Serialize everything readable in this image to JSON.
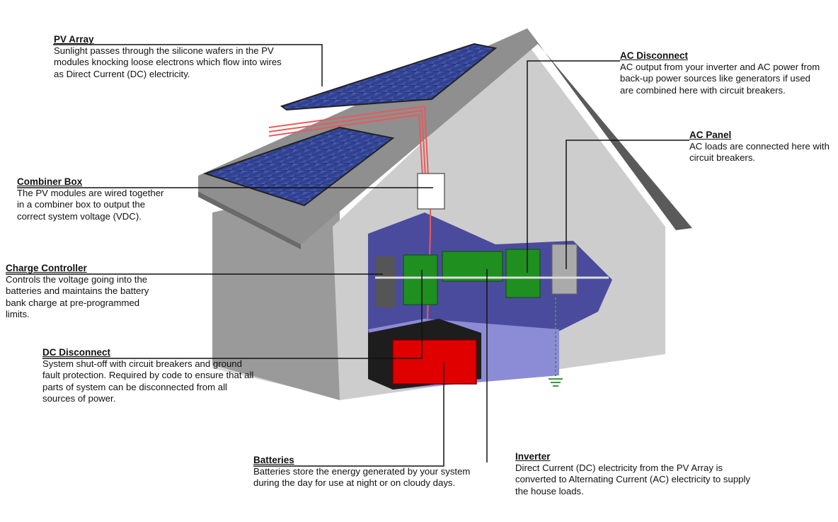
{
  "labels": {
    "pv_array": {
      "title": "PV Array",
      "desc": "Sunlight passes through the silicone wafers in the PV modules knocking loose electrons which flow into wires as Direct Current (DC) electricity."
    },
    "combiner_box": {
      "title": "Combiner Box",
      "desc": "The PV modules are wired together in a combiner box to output the correct system voltage (VDC)."
    },
    "charge_controller": {
      "title": "Charge Controller",
      "desc": "Controls the voltage going into the batteries and maintains the battery bank charge at pre-programmed limits."
    },
    "dc_disconnect": {
      "title": "DC Disconnect",
      "desc": "System shut-off with circuit breakers and ground fault protection.  Required by code to ensure that all parts of system can be disconnected from all sources of power."
    },
    "batteries": {
      "title": "Batteries",
      "desc": "Batteries store the energy generated by your system during the day for use at night or on cloudy days."
    },
    "inverter": {
      "title": "Inverter",
      "desc": "Direct Current (DC) electricity from the PV Array is converted to Alternating Current (AC) electricity to supply the house loads."
    },
    "ac_disconnect": {
      "title": "AC Disconnect",
      "desc": "AC output from your inverter and AC power from back-up power sources like generators if used are combined here with circuit breakers."
    },
    "ac_panel": {
      "title": "AC Panel",
      "desc": "AC loads are connected here with circuit breakers."
    }
  },
  "colors": {
    "roof": "#8a8a8a",
    "wall_front": "#c9c9c9",
    "wall_side": "#9a9a9a",
    "panel_blue": "#3a4fa0",
    "interior": "#5a5aa8",
    "equipment_green": "#1f8f1f",
    "battery_red": "#e00000",
    "ground": "#3a9a3a"
  }
}
